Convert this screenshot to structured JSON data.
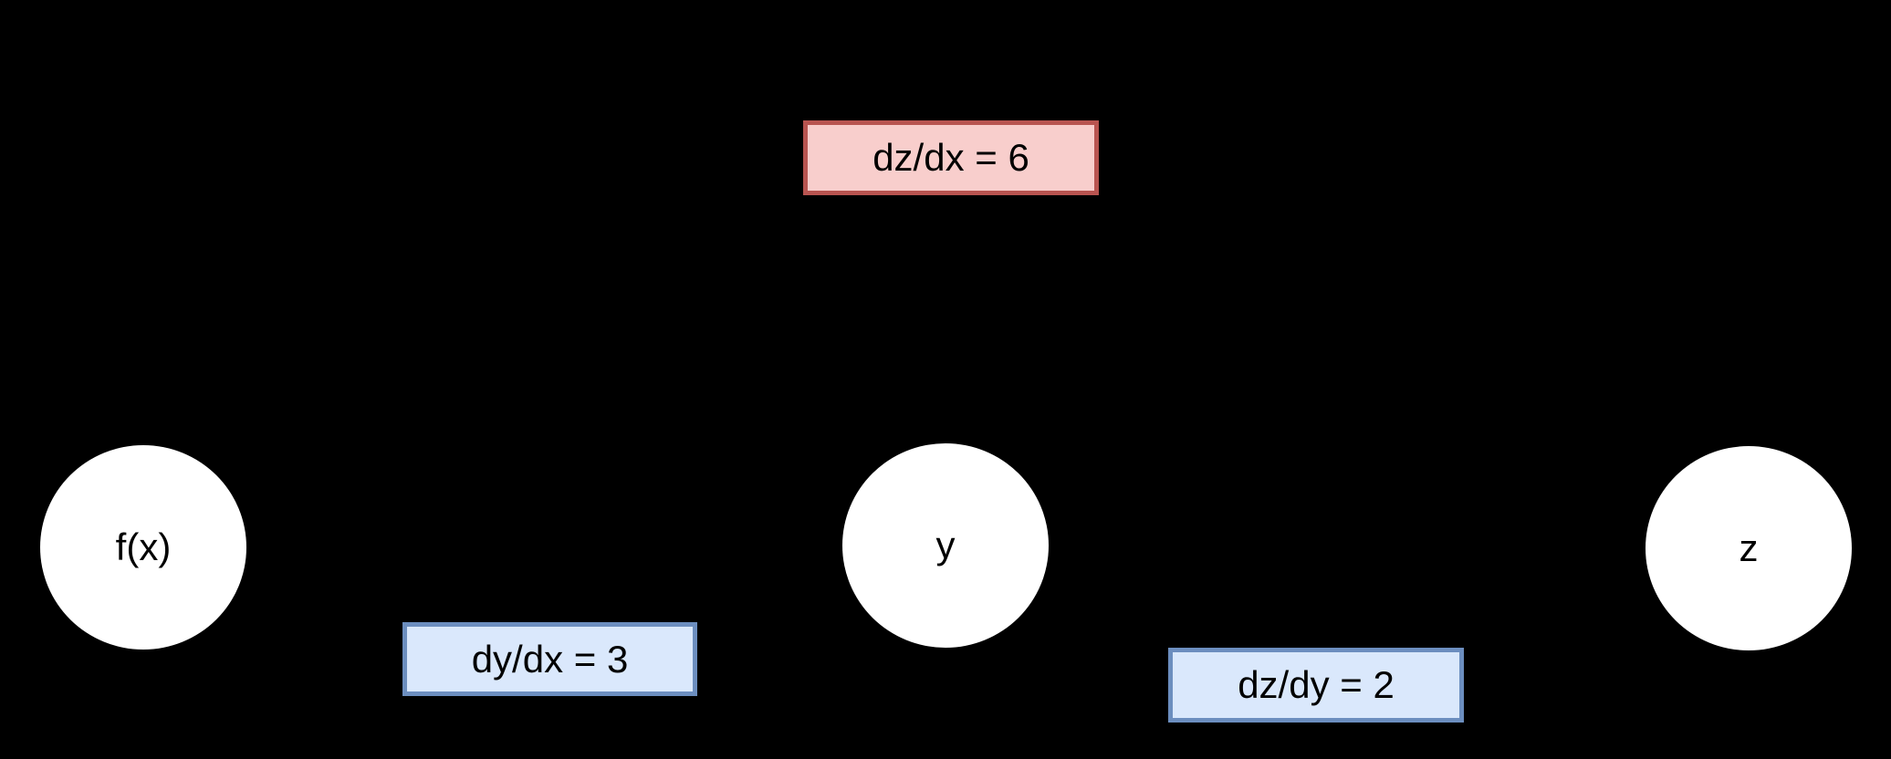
{
  "diagram": {
    "background_color": "#000000",
    "text_color": "#000000",
    "nodes": [
      {
        "id": "fx",
        "label": "f(x)",
        "shape": "circle",
        "fill": "#ffffff"
      },
      {
        "id": "y",
        "label": "y",
        "shape": "circle",
        "fill": "#ffffff"
      },
      {
        "id": "z",
        "label": "z",
        "shape": "circle",
        "fill": "#ffffff"
      }
    ],
    "edge_labels": [
      {
        "id": "dzdx",
        "text": "dz/dx = 6",
        "fill": "#F8CECC",
        "border": "#B85450",
        "position": "top-center"
      },
      {
        "id": "dydx",
        "text": "dy/dx = 3",
        "fill": "#DAE8FC",
        "border": "#6C8EBF",
        "position": "between f(x) and y"
      },
      {
        "id": "dzdy",
        "text": "dz/dy = 2",
        "fill": "#DAE8FC",
        "border": "#6C8EBF",
        "position": "between y and z"
      }
    ]
  }
}
